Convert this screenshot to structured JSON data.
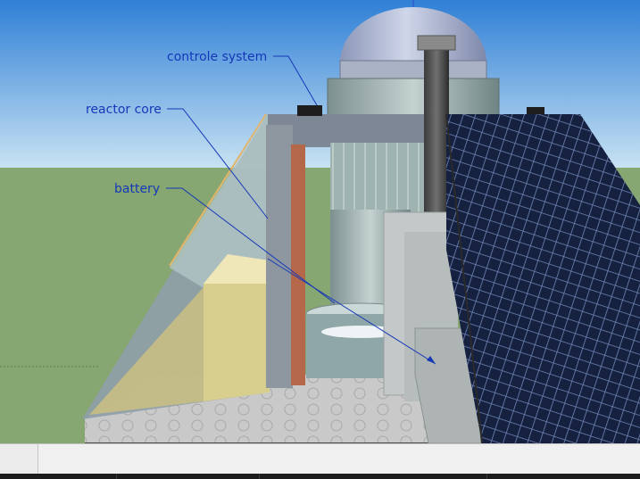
{
  "viewport": {
    "annotations": {
      "control_system": "controle system",
      "reactor_core": "reactor core",
      "battery": "battery"
    },
    "colors": {
      "sky_top": "#2f7fd6",
      "sky_bottom": "#c9e3f3",
      "ground": "#86a672",
      "annotation": "#1538b8",
      "solar_panel": "#16213f",
      "panel_grid": "#6f86b8",
      "column": "#b5674a",
      "battery": "#d8cf8e"
    }
  },
  "statusbar": {
    "left_panel": "",
    "right_panel": ""
  }
}
